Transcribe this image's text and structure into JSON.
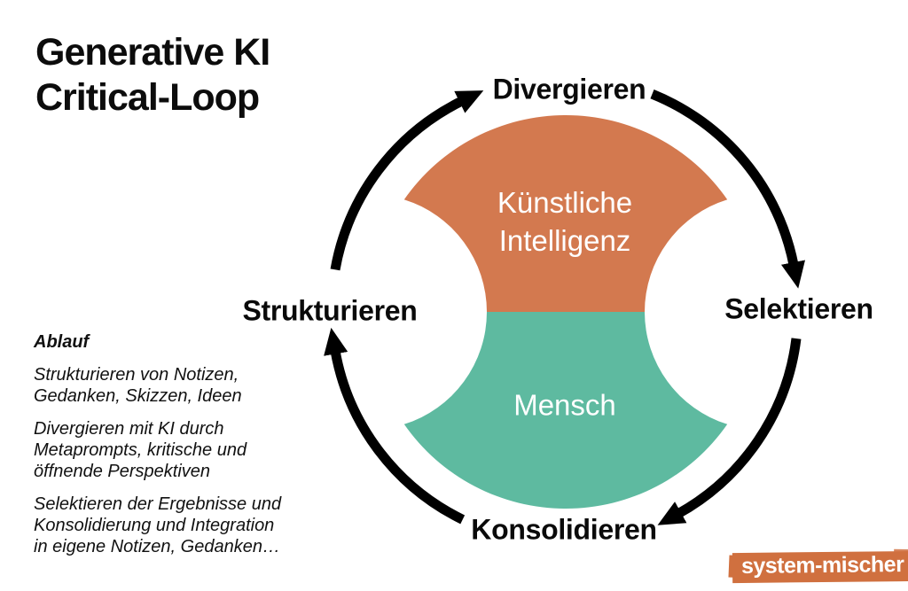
{
  "title": "Generative KI\nCritical-Loop",
  "loop": {
    "arrow_color": "#000000",
    "steps": [
      {
        "id": "divergieren",
        "label": "Divergieren"
      },
      {
        "id": "selektieren",
        "label": "Selektieren"
      },
      {
        "id": "konsolidieren",
        "label": "Konsolidieren"
      },
      {
        "id": "strukturieren",
        "label": "Strukturieren"
      }
    ],
    "actors": [
      {
        "id": "kuenstliche-intelligenz",
        "label": "Künstliche\nIntelligenz",
        "color": "#d3794f"
      },
      {
        "id": "mensch",
        "label": "Mensch",
        "color": "#5ebaa0"
      }
    ]
  },
  "sidebar": {
    "heading": "Ablauf",
    "paragraphs": [
      "Strukturieren von Notizen,\nGedanken, Skizzen, Ideen",
      "Divergieren mit KI durch\nMetaprompts, kritische und\nöffnende Perspektiven",
      "Selektieren der Ergebnisse und\nKonsolidierung und Integration\nin eigene Notizen, Gedanken…"
    ]
  },
  "logo": {
    "text": "system-mischer",
    "background": "#d0703f",
    "text_color": "#ffffff"
  },
  "background": "#ffffff"
}
